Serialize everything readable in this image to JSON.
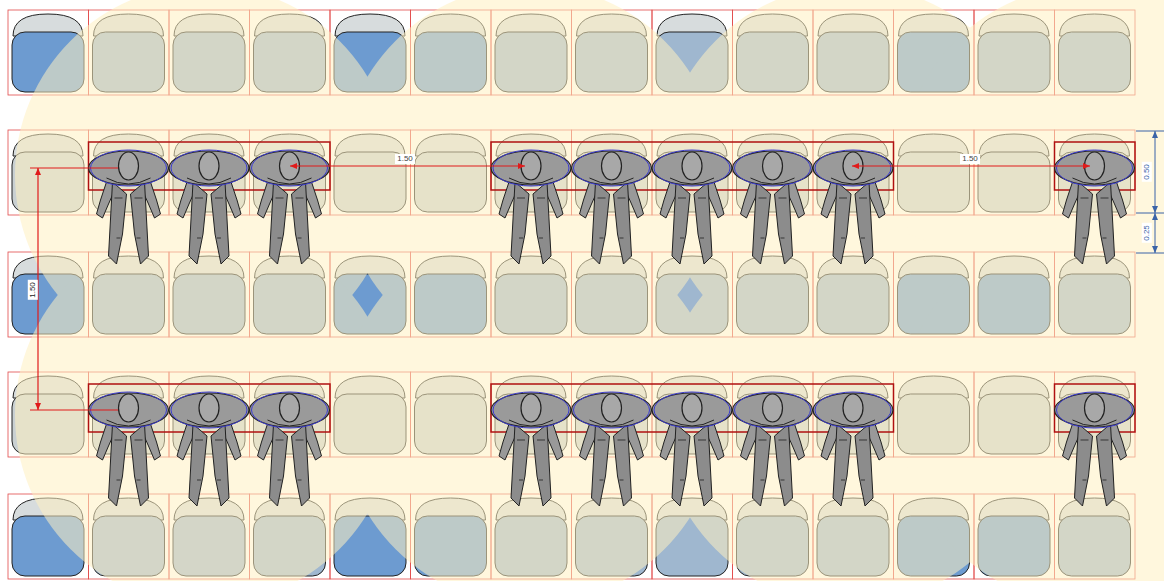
{
  "diagram": {
    "labels": [
      "1.50",
      "1.50",
      "1.50",
      "0.50",
      "0.25"
    ]
  }
}
